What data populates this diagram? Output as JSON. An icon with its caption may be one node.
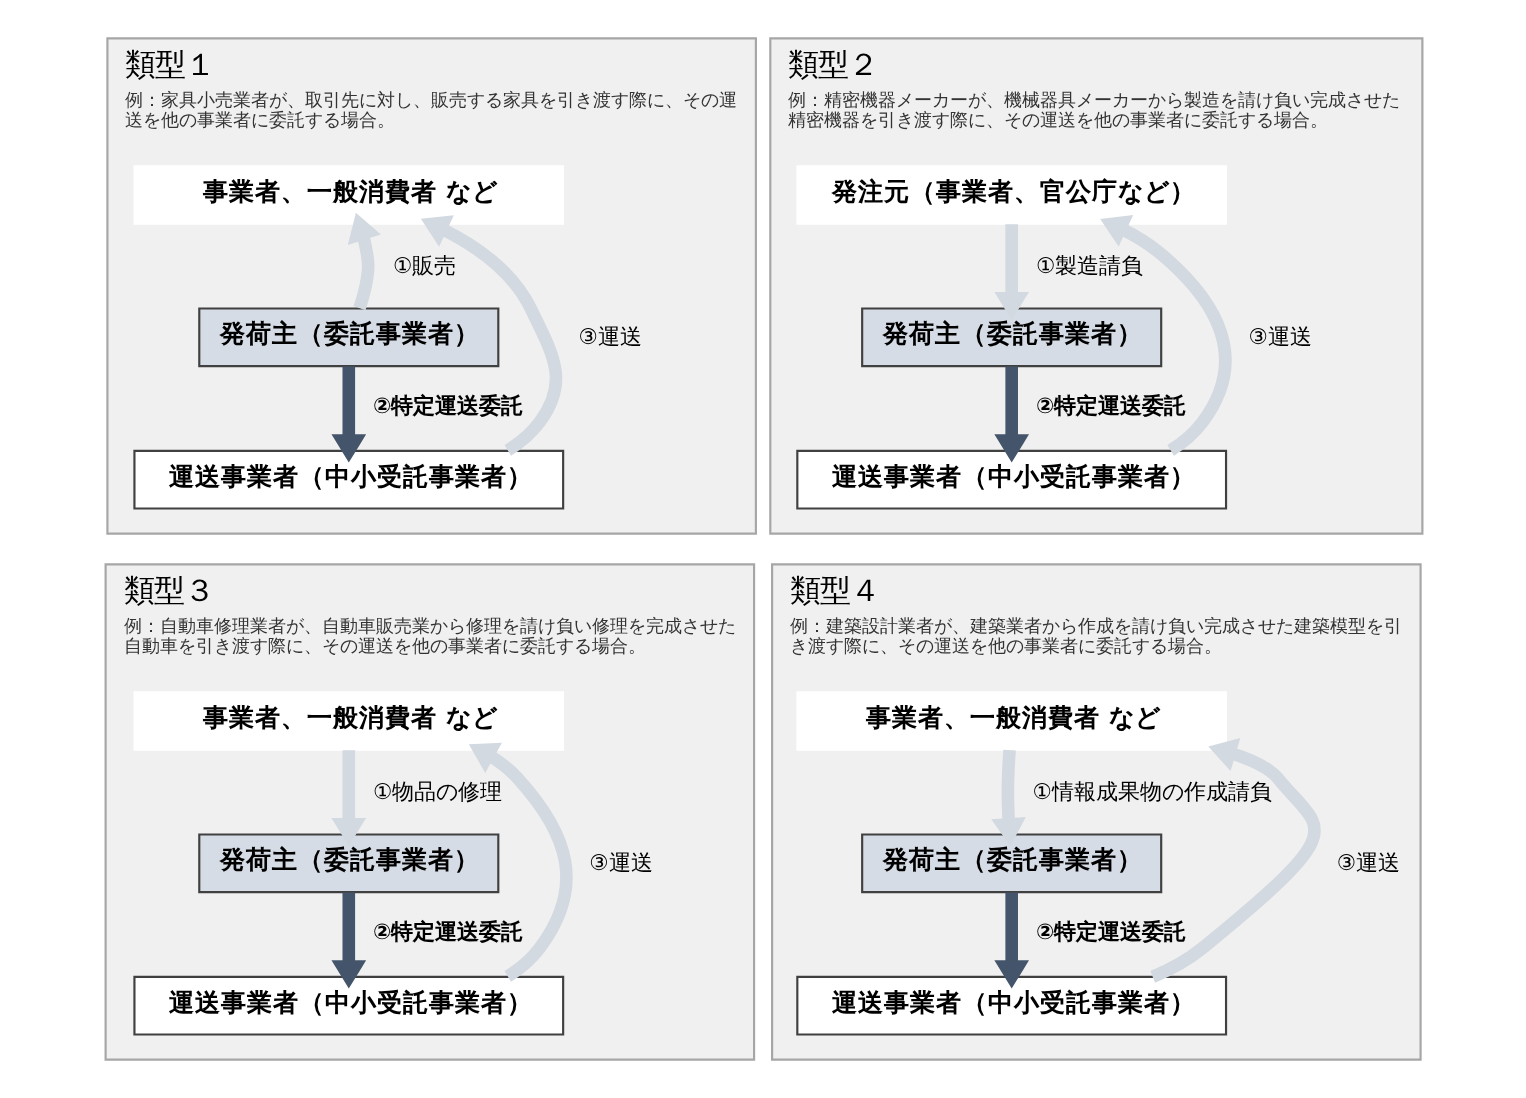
{
  "diagram": {
    "nodes": [
      {
        "text": [
          "類型１",
          "例：家具小売業者が、取引先に対し、販売する家具を引き渡す際に、その運送を他の事業者に委託する場合。"
        ]
      },
      {
        "text": [
          "事業者、一般消費者 など"
        ],
        "in": 0
      },
      {
        "text": [
          "発荷主（委託事業者）"
        ],
        "in": 0
      },
      {
        "text": [
          "運送事業者（中小受託事業者）"
        ],
        "in": 0
      },
      {
        "text": [
          "類型２",
          "例：精密機器メーカーが、機械器具メーカーから製造を請け負い完成させた精密機器を引き渡す際に、その運送を他の事業者に委託する場合。"
        ]
      },
      {
        "text": [
          "発注元（事業者、官公庁など）"
        ],
        "in": 4
      },
      {
        "text": [
          "発荷主（委託事業者）"
        ],
        "in": 4
      },
      {
        "text": [
          "運送事業者（中小受託事業者）"
        ],
        "in": 4
      },
      {
        "text": [
          "類型３",
          "例：自動車修理業者が、自動車販売業から修理を請け負い修理を完成させた自動車を引き渡す際に、その運送を他の事業者に委託する場合。"
        ]
      },
      {
        "text": [
          "事業者、一般消費者 など"
        ],
        "in": 8
      },
      {
        "text": [
          "発荷主（委託事業者）"
        ],
        "in": 8
      },
      {
        "text": [
          "運送事業者（中小受託事業者）"
        ],
        "in": 8
      },
      {
        "text": [
          "類型４",
          "例：建築設計業者が、建築業者から作成を請け負い完成させた建築模型を引き渡す際に、その運送を他の事業者に委託する場合。"
        ]
      },
      {
        "text": [
          "事業者、一般消費者 など"
        ],
        "in": 12
      },
      {
        "text": [
          "発荷主（委託事業者）"
        ],
        "in": 12
      },
      {
        "text": [
          "運送事業者（中小受託事業者）"
        ],
        "in": 12
      }
    ],
    "edges": [
      {
        "from": 2,
        "to": 1,
        "arrow": "to",
        "label": "①販売"
      },
      {
        "from": 2,
        "to": 3,
        "arrow": "to",
        "label": "②特定運送委託",
        "color": "#44546a"
      },
      {
        "from": 3,
        "to": 1,
        "arrow": "to",
        "label": "③運送"
      },
      {
        "from": 5,
        "to": 6,
        "arrow": "to",
        "label": "①製造請負"
      },
      {
        "from": 6,
        "to": 7,
        "arrow": "to",
        "label": "②特定運送委託",
        "color": "#44546a"
      },
      {
        "from": 7,
        "to": 5,
        "arrow": "to",
        "label": "③運送"
      },
      {
        "from": 9,
        "to": 10,
        "arrow": "to",
        "label": "①物品の修理"
      },
      {
        "from": 10,
        "to": 11,
        "arrow": "to",
        "label": "②特定運送委託",
        "color": "#44546a"
      },
      {
        "from": 11,
        "to": 9,
        "arrow": "to",
        "label": "③運送"
      },
      {
        "from": 13,
        "to": 14,
        "arrow": "to",
        "label": "①情報成果物の作成請負"
      },
      {
        "from": 14,
        "to": 15,
        "arrow": "to",
        "label": "②特定運送委託",
        "color": "#44546a"
      },
      {
        "from": 15,
        "to": 13,
        "arrow": "to",
        "label": "③運送"
      }
    ]
  }
}
